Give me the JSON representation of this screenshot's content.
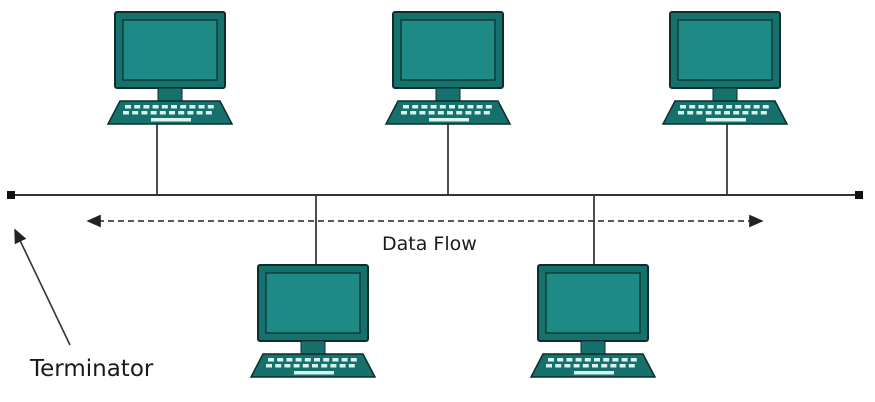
{
  "diagram": {
    "title": "Bus Topology",
    "data_flow_label": "Data Flow",
    "terminator_label": "Terminator",
    "colors": {
      "screen": "#1e8a86",
      "frame": "#16706c",
      "outline": "#0d2e2c",
      "keys": "#d8f2f0",
      "line": "#222222"
    },
    "computers": [
      {
        "name": "computer-top-1"
      },
      {
        "name": "computer-top-2"
      },
      {
        "name": "computer-top-3"
      },
      {
        "name": "computer-bottom-1"
      },
      {
        "name": "computer-bottom-2"
      }
    ]
  }
}
